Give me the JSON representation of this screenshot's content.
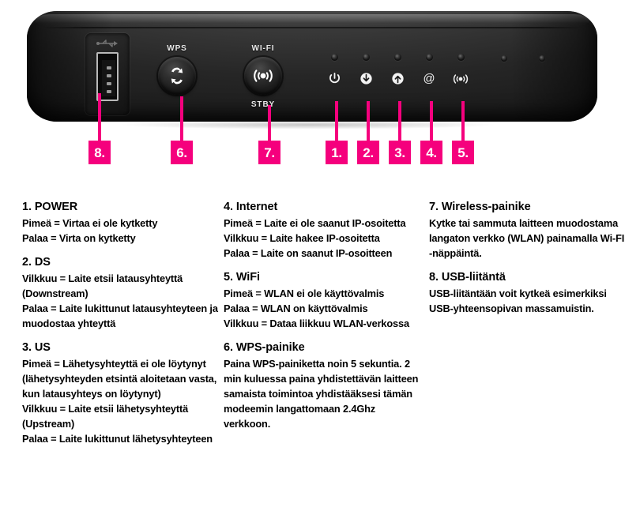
{
  "device": {
    "usb_port": "usb-port",
    "buttons": [
      {
        "label": "WPS",
        "icon": "wps-icon",
        "sub_label": ""
      },
      {
        "label": "WI-FI",
        "icon": "wifi-signal-icon",
        "sub_label": "STBY"
      }
    ],
    "leds": [
      {
        "icon": "power-icon",
        "name": "power-led"
      },
      {
        "icon": "downstream-arrow-icon",
        "name": "ds-led"
      },
      {
        "icon": "upstream-arrow-icon",
        "name": "us-led"
      },
      {
        "icon": "at-sign-icon",
        "name": "internet-led"
      },
      {
        "icon": "wifi-signal-icon",
        "name": "wifi-led"
      },
      {
        "icon": "",
        "name": "unlabeled-led-1"
      },
      {
        "icon": "",
        "name": "unlabeled-led-2"
      }
    ],
    "callouts": [
      {
        "number": "8.",
        "target": "usb-port"
      },
      {
        "number": "6.",
        "target": "wps-button"
      },
      {
        "number": "7.",
        "target": "wifi-button"
      },
      {
        "number": "1.",
        "target": "power-led"
      },
      {
        "number": "2.",
        "target": "ds-led"
      },
      {
        "number": "3.",
        "target": "us-led"
      },
      {
        "number": "4.",
        "target": "internet-led"
      },
      {
        "number": "5.",
        "target": "wifi-led"
      }
    ],
    "accent_color": "#f5007d"
  },
  "legend": {
    "column_1": [
      {
        "title": "1. POWER",
        "body": "Pimeä = Virtaa ei ole kytketty\nPalaa = Virta on kytketty"
      },
      {
        "title": "2. DS",
        "body": "Vilkkuu = Laite etsii latausyhteyttä (Downstream)\nPalaa = Laite lukittunut latausyhteyteen ja muodostaa yhteyttä"
      },
      {
        "title": "3. US",
        "body": "Pimeä = Lähetysyhteyttä ei ole löytynyt (lähetysyhteyden etsintä aloitetaan vasta, kun latausyhteys on löytynyt)\nVilkkuu = Laite etsii lähetysyhteyttä (Upstream)\nPalaa = Laite lukittunut lähetysyhteyteen"
      }
    ],
    "column_2": [
      {
        "title": "4. Internet",
        "body": "Pimeä = Laite ei ole saanut IP-osoitetta\nVilkkuu = Laite hakee IP-osoitetta\nPalaa = Laite on saanut IP-osoitteen"
      },
      {
        "title": "5. WiFi",
        "body": "Pimeä = WLAN ei ole käyttövalmis\nPalaa = WLAN on käyttövalmis\nVilkkuu = Dataa liikkuu WLAN-verkossa"
      },
      {
        "title": "6. WPS-painike",
        "body": "Paina WPS-painiketta noin 5 sekuntia. 2 min kuluessa paina yhdistettävän laitteen samaista toimintoa yhdistääksesi tämän modeemin langattomaan 2.4Ghz verkkoon."
      }
    ],
    "column_3": [
      {
        "title": "7. Wireless-painike",
        "body": "Kytke tai sammuta laitteen muodostama langaton verkko (WLAN) painamalla Wi-FI -näppäintä."
      },
      {
        "title": "8. USB-liitäntä",
        "body": "USB-liitäntään voit kytkeä esimerkiksi USB-yhteensopivan massamuistin."
      }
    ]
  }
}
